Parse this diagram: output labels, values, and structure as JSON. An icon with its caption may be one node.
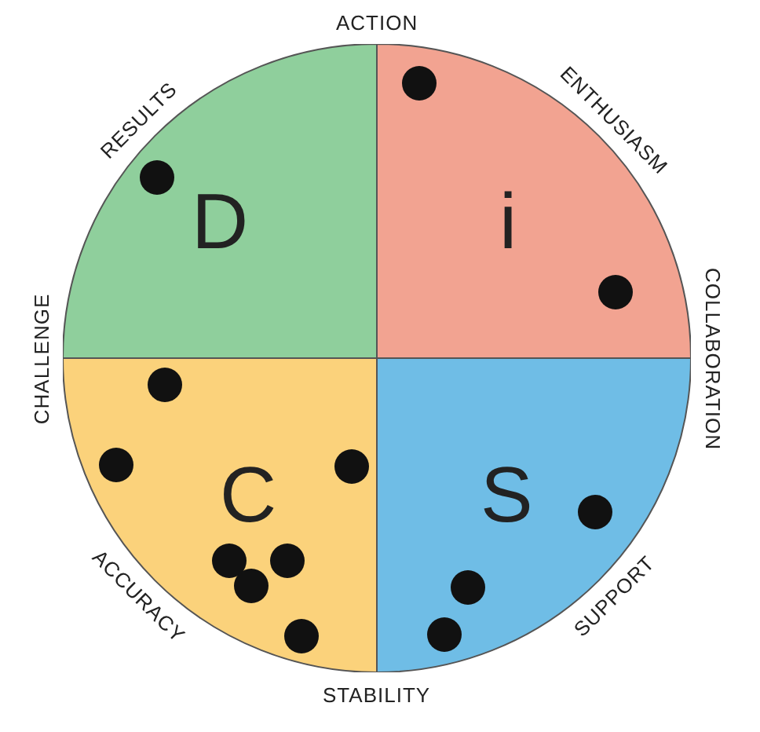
{
  "diagram": {
    "nodes": [
      {
        "text": [
          "D"
        ]
      },
      {
        "text": [
          "i"
        ]
      },
      {
        "text": [
          "C"
        ]
      },
      {
        "text": [
          "S"
        ]
      }
    ],
    "labels": [
      "ACTION",
      "RESULTS",
      "ENTHUSIASM",
      "CHALLENGE",
      "COLLABORATION",
      "SUPPORT",
      "ACCURACY",
      "STABILITY"
    ]
  }
}
